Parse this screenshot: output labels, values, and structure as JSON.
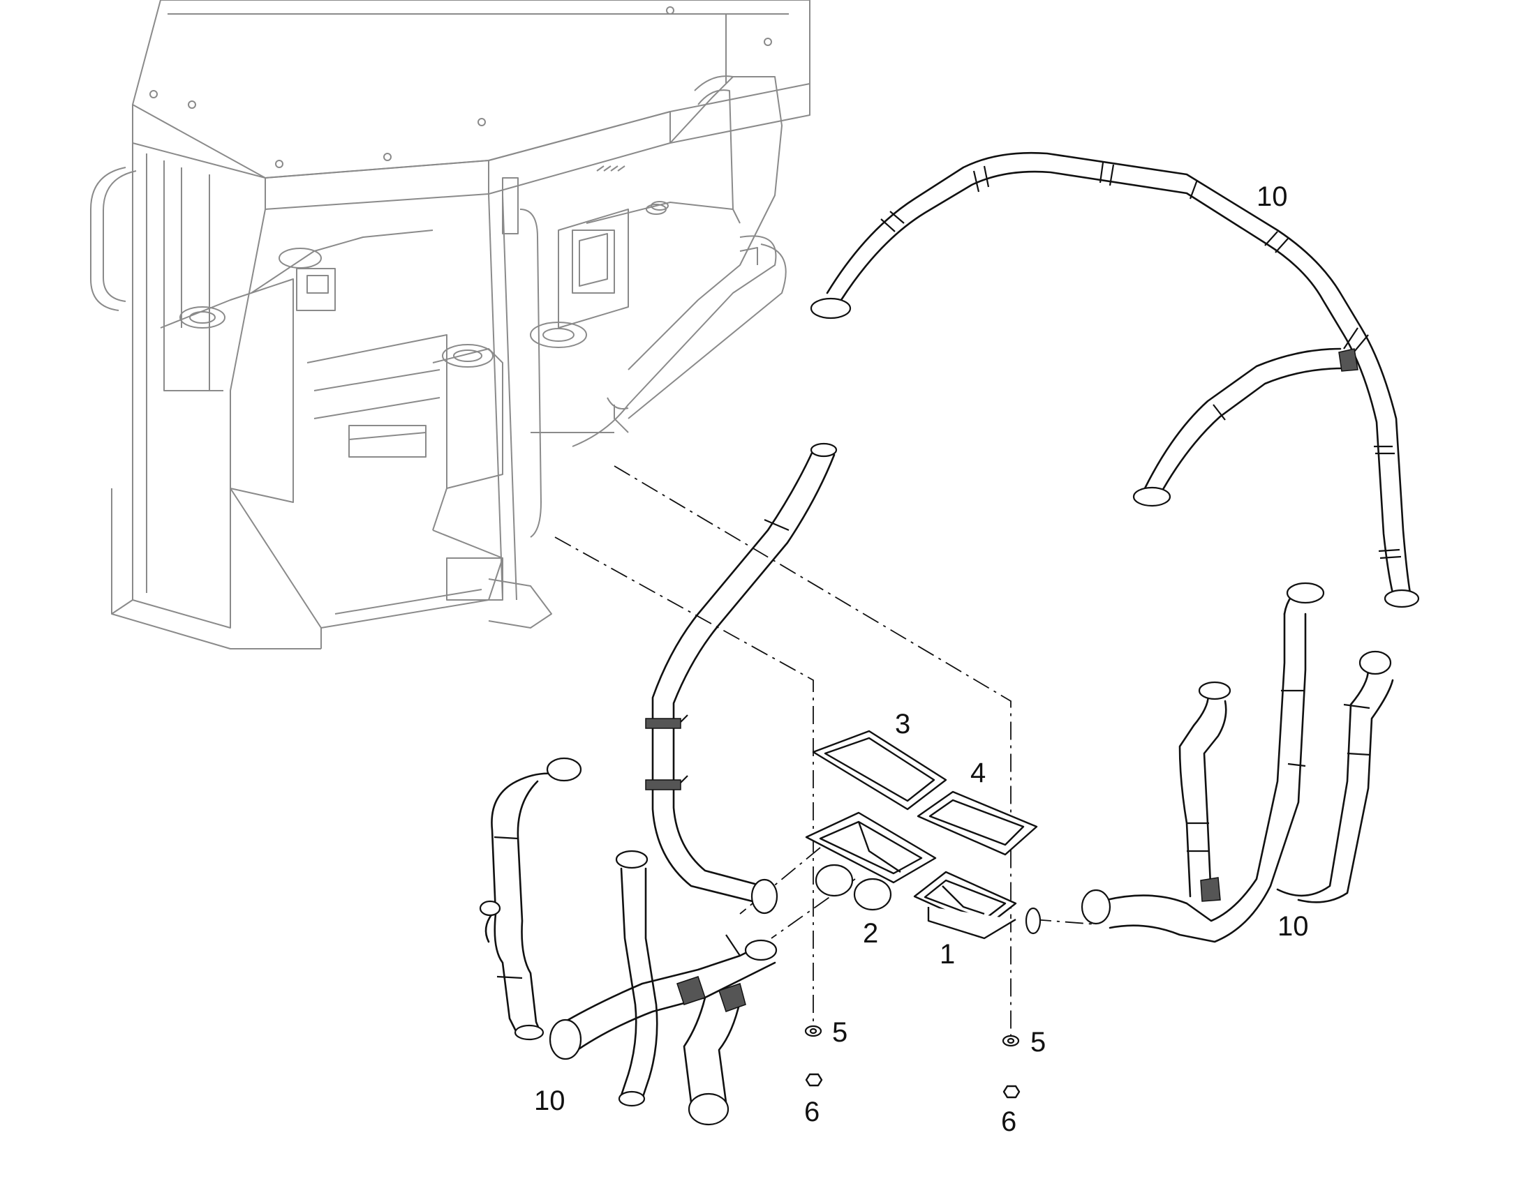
{
  "diagram": {
    "type": "exploded-parts-diagram",
    "callouts": [
      {
        "id": "c10_top_right",
        "label": "10"
      },
      {
        "id": "c3",
        "label": "3"
      },
      {
        "id": "c4",
        "label": "4"
      },
      {
        "id": "c2",
        "label": "2"
      },
      {
        "id": "c1",
        "label": "1"
      },
      {
        "id": "c10_right",
        "label": "10"
      },
      {
        "id": "c5_left",
        "label": "5"
      },
      {
        "id": "c5_right",
        "label": "5"
      },
      {
        "id": "c6_left",
        "label": "6"
      },
      {
        "id": "c6_right",
        "label": "6"
      },
      {
        "id": "c10_bottom_left",
        "label": "10"
      }
    ]
  }
}
